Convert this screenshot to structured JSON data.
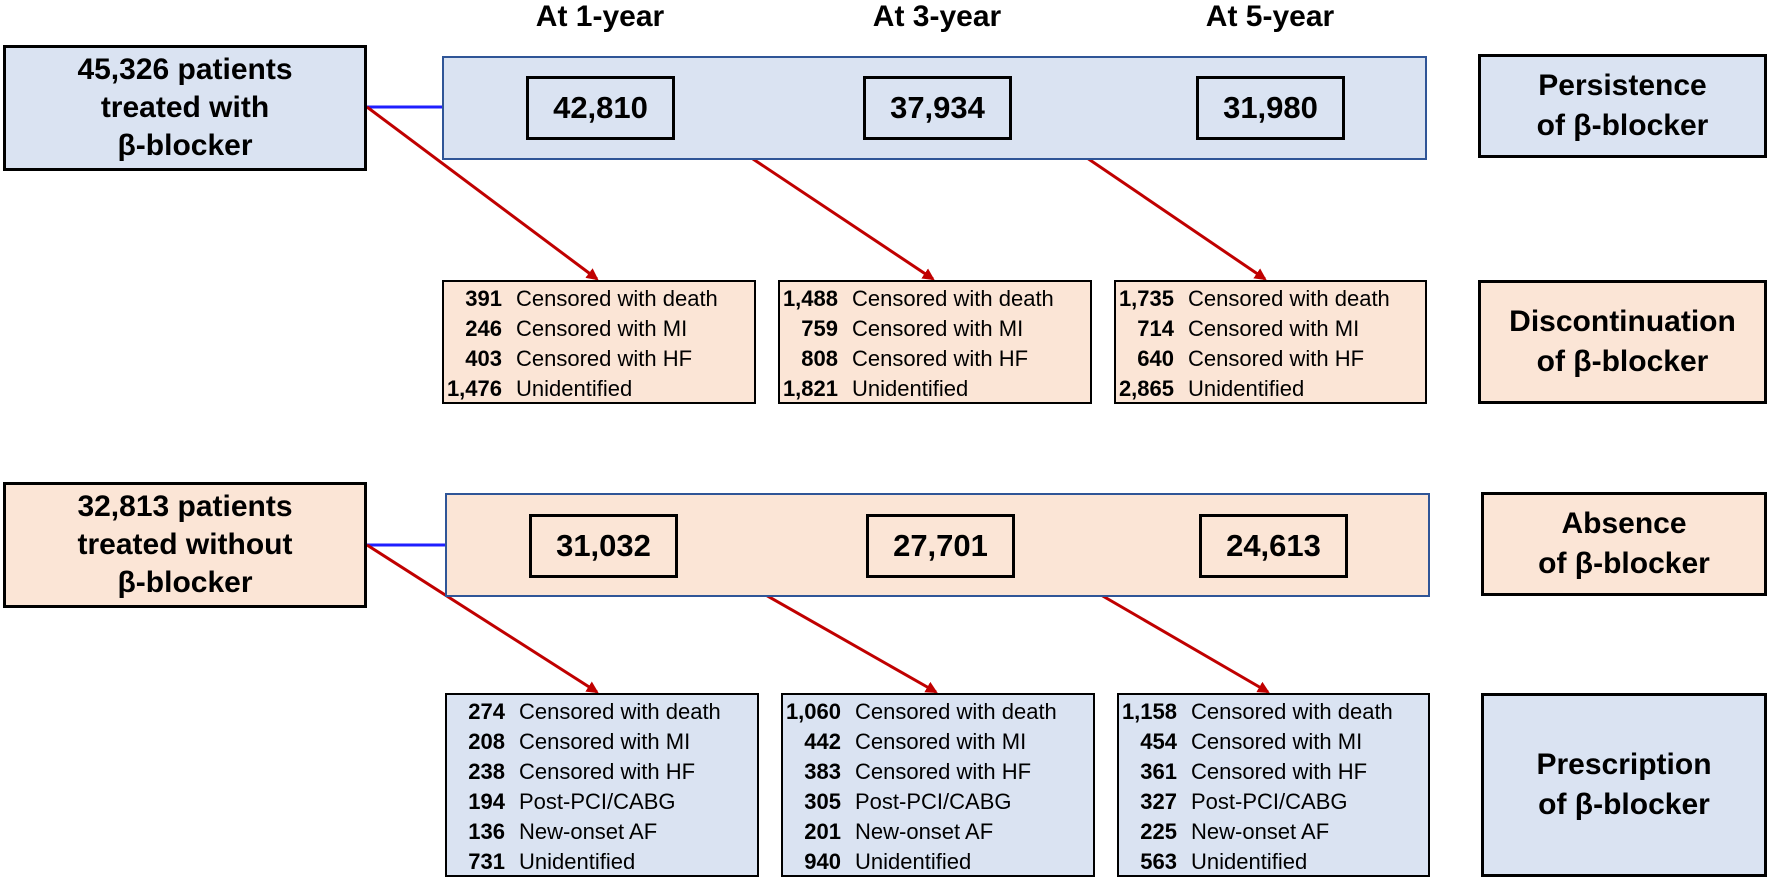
{
  "headers": [
    "At 1-year",
    "At 3-year",
    "At 5-year"
  ],
  "top": {
    "start_lines": [
      "45,326 patients",
      "treated with",
      "β-blocker"
    ],
    "counts": [
      "42,810",
      "37,934",
      "31,980"
    ],
    "band_label": [
      "Persistence",
      "of β-blocker"
    ],
    "detail_label": [
      "Discontinuation",
      "of β-blocker"
    ],
    "details": [
      [
        {
          "n": "391",
          "t": "Censored with death"
        },
        {
          "n": "246",
          "t": "Censored with MI"
        },
        {
          "n": "403",
          "t": "Censored with HF"
        },
        {
          "n": "1,476",
          "t": "Unidentified"
        }
      ],
      [
        {
          "n": "1,488",
          "t": "Censored with death"
        },
        {
          "n": "759",
          "t": "Censored with MI"
        },
        {
          "n": "808",
          "t": "Censored with HF"
        },
        {
          "n": "1,821",
          "t": "Unidentified"
        }
      ],
      [
        {
          "n": "1,735",
          "t": "Censored with death"
        },
        {
          "n": "714",
          "t": "Censored with MI"
        },
        {
          "n": "640",
          "t": "Censored with HF"
        },
        {
          "n": "2,865",
          "t": "Unidentified"
        }
      ]
    ]
  },
  "bottom": {
    "start_lines": [
      "32,813 patients",
      "treated without",
      "β-blocker"
    ],
    "counts": [
      "31,032",
      "27,701",
      "24,613"
    ],
    "band_label": [
      "Absence",
      "of β-blocker"
    ],
    "detail_label": [
      "Prescription",
      "of β-blocker"
    ],
    "details": [
      [
        {
          "n": "274",
          "t": "Censored with death"
        },
        {
          "n": "208",
          "t": "Censored with MI"
        },
        {
          "n": "238",
          "t": "Censored with HF"
        },
        {
          "n": "194",
          "t": "Post-PCI/CABG"
        },
        {
          "n": "136",
          "t": "New-onset AF"
        },
        {
          "n": "731",
          "t": "Unidentified"
        }
      ],
      [
        {
          "n": "1,060",
          "t": "Censored with death"
        },
        {
          "n": "442",
          "t": "Censored with MI"
        },
        {
          "n": "383",
          "t": "Censored with HF"
        },
        {
          "n": "305",
          "t": "Post-PCI/CABG"
        },
        {
          "n": "201",
          "t": "New-onset AF"
        },
        {
          "n": "940",
          "t": "Unidentified"
        }
      ],
      [
        {
          "n": "1,158",
          "t": "Censored with death"
        },
        {
          "n": "454",
          "t": "Censored with MI"
        },
        {
          "n": "361",
          "t": "Censored with HF"
        },
        {
          "n": "327",
          "t": "Post-PCI/CABG"
        },
        {
          "n": "225",
          "t": "New-onset AF"
        },
        {
          "n": "563",
          "t": "Unidentified"
        }
      ]
    ]
  },
  "colors": {
    "blue_fill": "#dae3f2",
    "peach_fill": "#fbe5d6",
    "flow_arrow": "#1f1fff",
    "exit_arrow": "#c00000"
  }
}
